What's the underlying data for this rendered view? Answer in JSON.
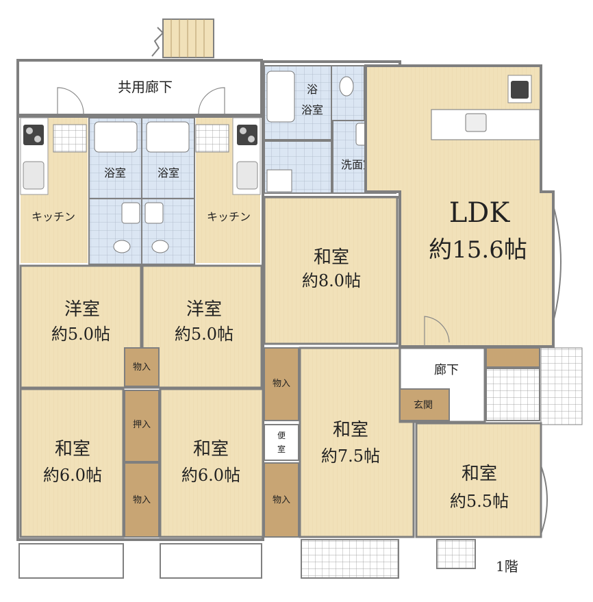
{
  "floor": "1階",
  "rooms": {
    "corridor_shared": {
      "name": "共用廊下"
    },
    "bath_left": {
      "name": "浴室"
    },
    "bath_mid": {
      "name": "浴室"
    },
    "bath_top_right": {
      "name": "浴室"
    },
    "kitchen_left": {
      "name": "キッチン"
    },
    "kitchen_right": {
      "name": "キッチン"
    },
    "washroom": {
      "name": "洗面室"
    },
    "ldk": {
      "name": "LDK",
      "size": "約15.6帖"
    },
    "washitsu_8": {
      "name": "和室",
      "size": "約8.0帖"
    },
    "youshitsu_left": {
      "name": "洋室",
      "size": "約5.0帖"
    },
    "youshitsu_right": {
      "name": "洋室",
      "size": "約5.0帖"
    },
    "washitsu_6_left": {
      "name": "和室",
      "size": "約6.0帖"
    },
    "washitsu_6_right": {
      "name": "和室",
      "size": "約6.0帖"
    },
    "washitsu_75": {
      "name": "和室",
      "size": "約7.5帖"
    },
    "washitsu_55": {
      "name": "和室",
      "size": "約5.5帖"
    },
    "hallway": {
      "name": "廊下"
    },
    "entrance": {
      "name": "玄関"
    },
    "storage_1": {
      "name": "物入"
    },
    "storage_2": {
      "name": "押入"
    },
    "storage_3": {
      "name": "物入"
    },
    "storage_4": {
      "name": "物入"
    },
    "storage_5": {
      "name": "物入"
    },
    "toilet": {
      "name_top": "便",
      "name_bottom": "室"
    }
  },
  "colors": {
    "floor_wood": "#f1e1b9",
    "storage_wood": "#c8a574",
    "wall": "#7f7f7f",
    "tile": "#dbe6f3",
    "outline": "#9a9a9a"
  }
}
